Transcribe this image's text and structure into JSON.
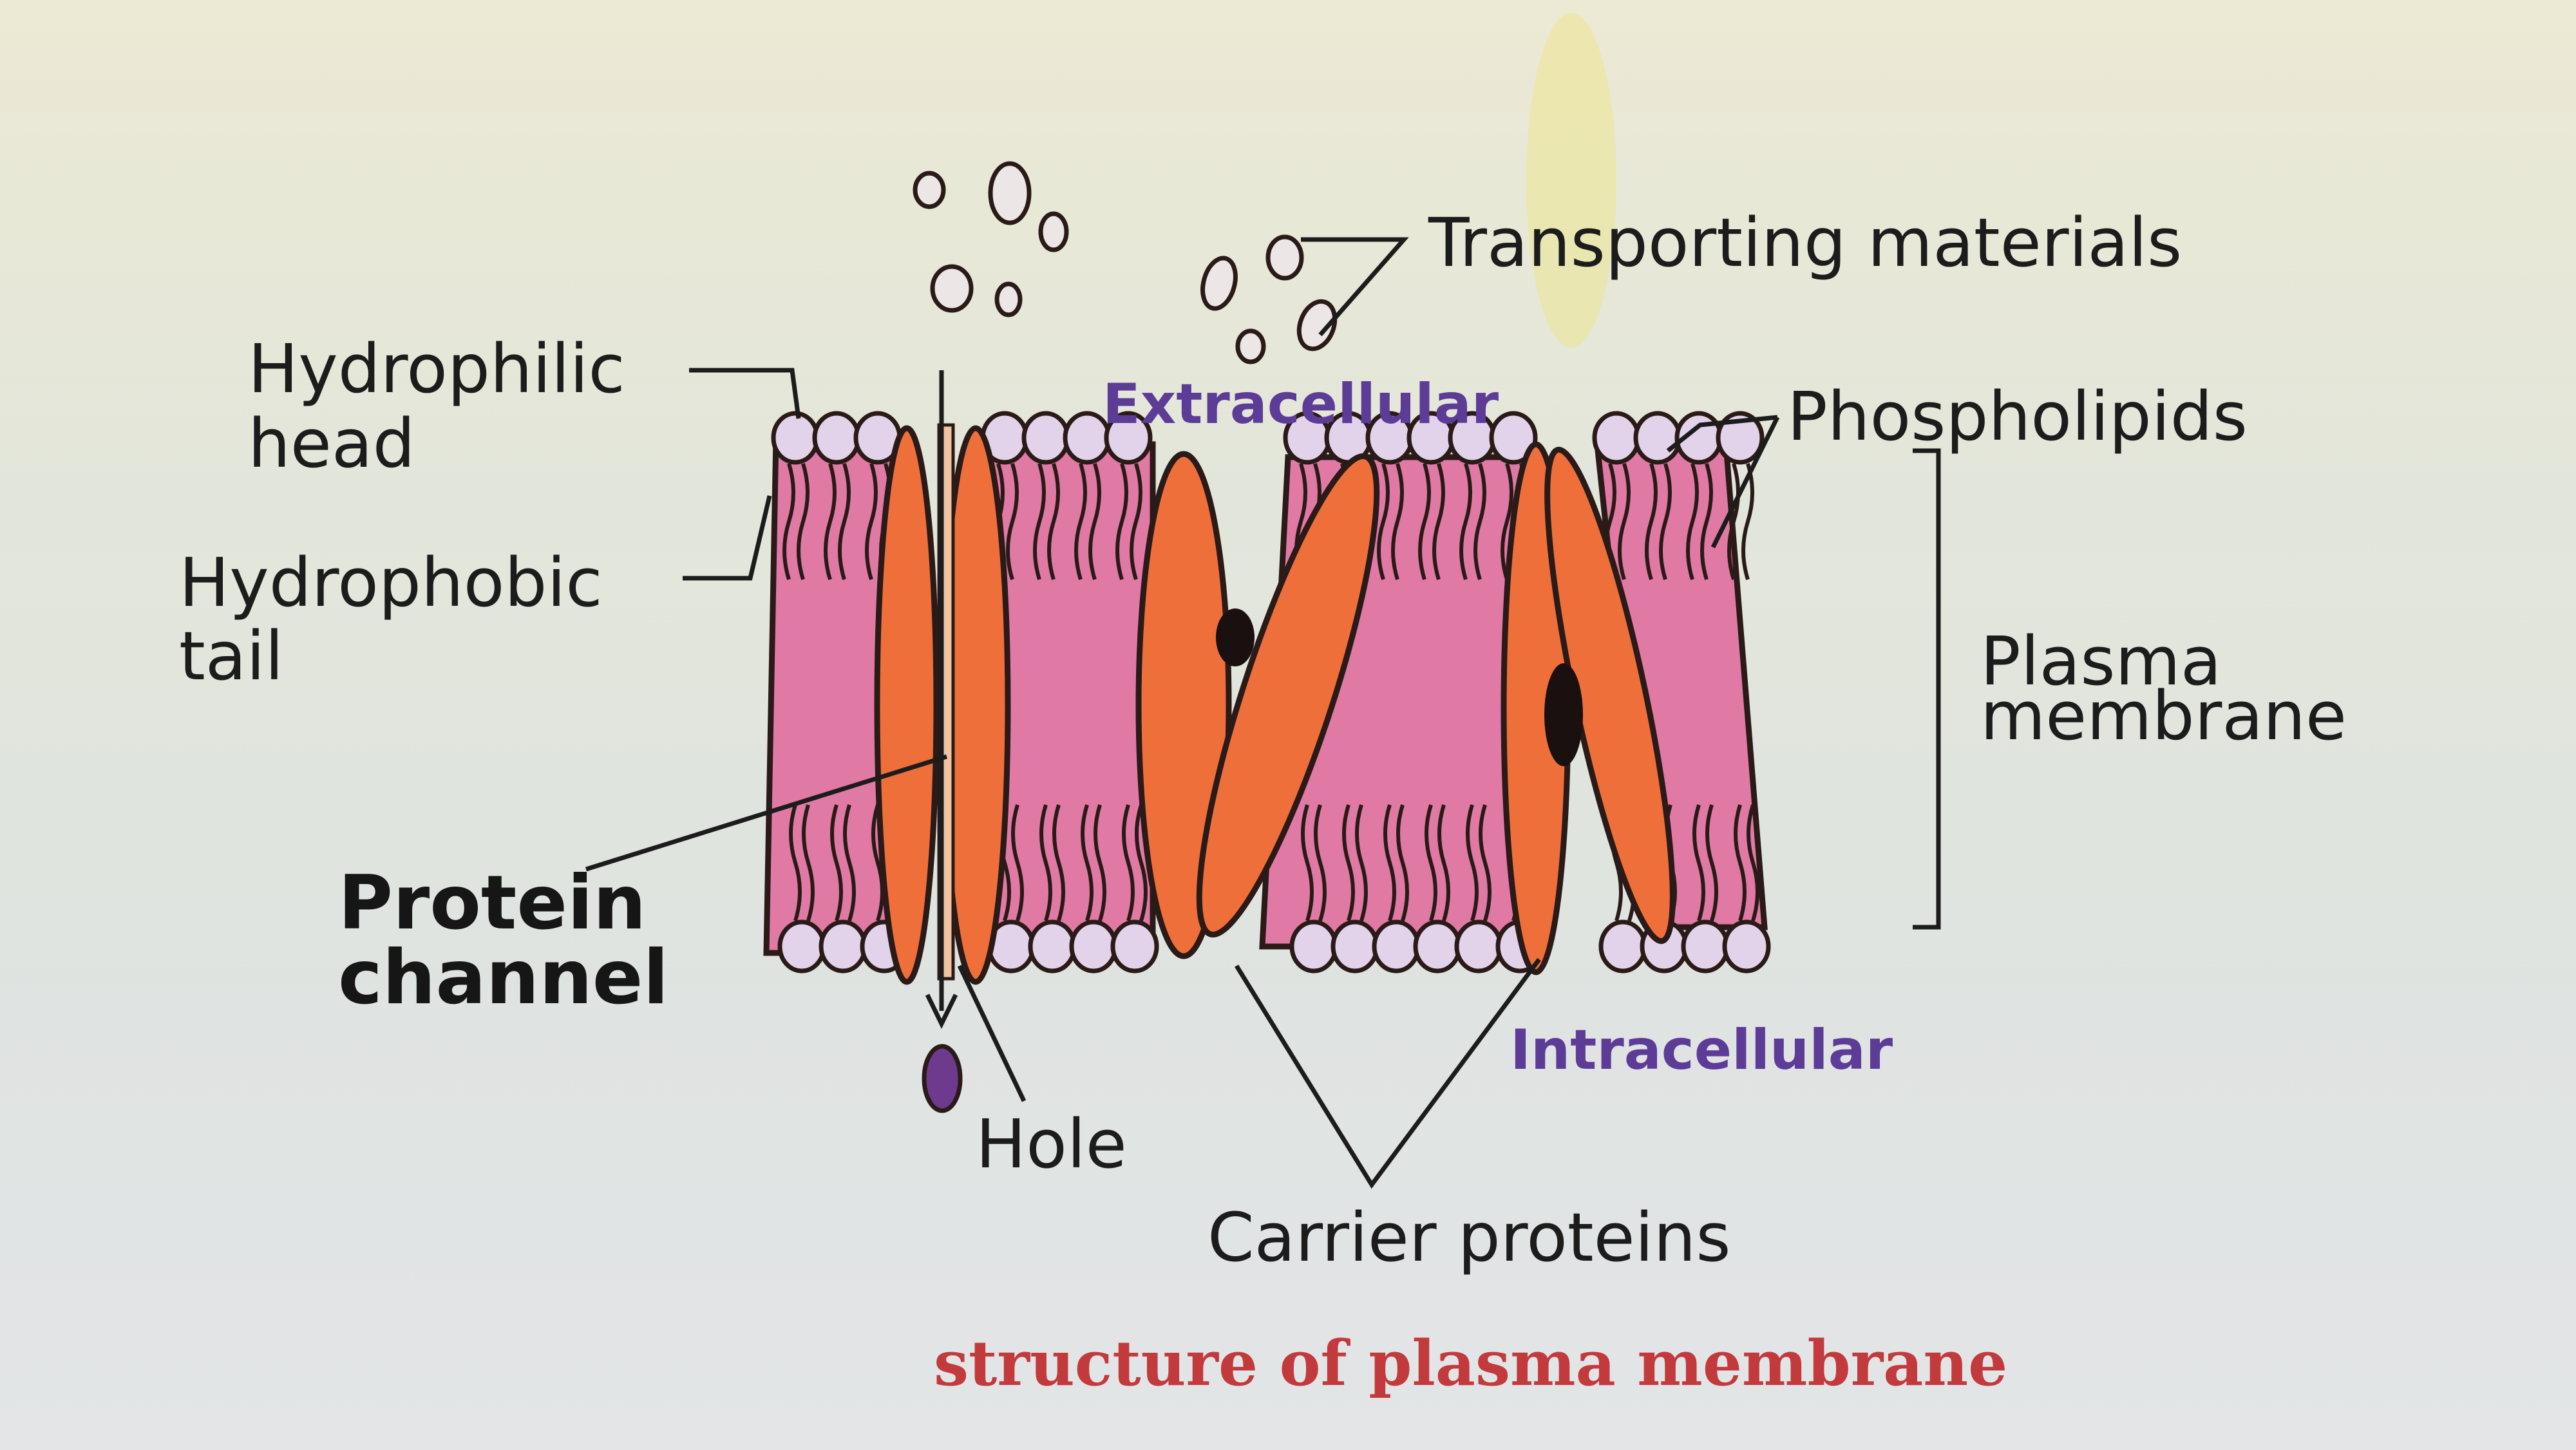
{
  "labels": {
    "transporting_materials": "Transporting materials",
    "hydrophilic_head_line1": "Hydrophilic",
    "hydrophilic_head_line2": "head",
    "extracellular": "Extracellular",
    "phospholipids": "Phospholipids",
    "hydrophobic_tail_line1": "Hydrophobic",
    "hydrophobic_tail_line2": "tail",
    "plasma_membrane_line1": "Plasma",
    "plasma_membrane_line2": "membrane",
    "protein_channel_line1": "Protein",
    "protein_channel_line2": "channel",
    "intracellular": "Intracellular",
    "hole": "Hole",
    "carrier_proteins": "Carrier proteins"
  },
  "caption": "structure of plasma membrane",
  "colors": {
    "lipid_fill": "#e07aa5",
    "head_fill": "#e3d3ea",
    "protein_fill": "#ef6f3a",
    "outline": "#2a1a18",
    "extracellular_text": "#5d3c98",
    "caption_text": "#c33a3d"
  }
}
